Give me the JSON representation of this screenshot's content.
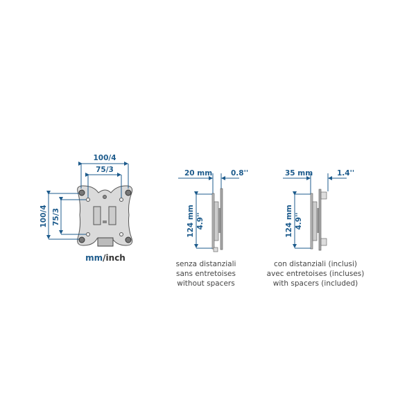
{
  "front_view": {
    "width_outer": "100/4",
    "width_inner": "75/3",
    "height_outer": "100/4",
    "height_inner": "75/3",
    "unit_mm": "mm",
    "unit_inch": "/inch"
  },
  "side_without_spacers": {
    "depth_mm": "20 mm",
    "depth_inch": "0.8''",
    "height_mm": "124 mm",
    "height_inch": "4.9''",
    "caption": [
      "senza distanziali",
      "sans entretoises",
      "without spacers"
    ]
  },
  "side_with_spacers": {
    "depth_mm": "35 mm",
    "depth_inch": "1.4''",
    "height_mm": "124 mm",
    "height_inch": "4.9''",
    "caption": [
      "con distanziali (inclusi)",
      "avec entretoises (incluses)",
      "with spacers (included)"
    ]
  },
  "colors": {
    "accent": "#1d5b8c",
    "text": "#444444",
    "plate": "#d9d9d9"
  }
}
